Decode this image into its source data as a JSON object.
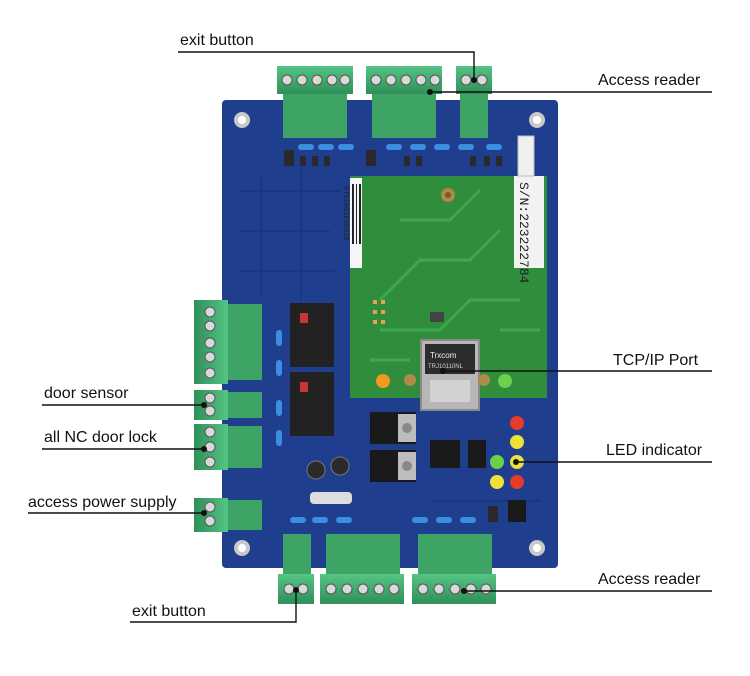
{
  "labels": {
    "exit_button_top": "exit button",
    "access_reader_top": "Access reader",
    "tcp_ip_port": "TCP/IP Port",
    "door_sensor": "door sensor",
    "nc_door_lock": "all NC door lock",
    "led_indicator": "LED indicator",
    "power_supply": "access power supply",
    "access_reader_bottom": "Access reader",
    "exit_button_bottom": "exit button"
  },
  "board": {
    "serial_number": "S/N:223222784",
    "barcode_id": "KT01001E80228",
    "ethernet_brand": "Trxcom",
    "ethernet_model": "TRJ10110NL"
  },
  "colors": {
    "pcb": "#1e3f8c",
    "module": "#2f8a3a",
    "terminal": "#3fa66a",
    "line": "#111111"
  }
}
